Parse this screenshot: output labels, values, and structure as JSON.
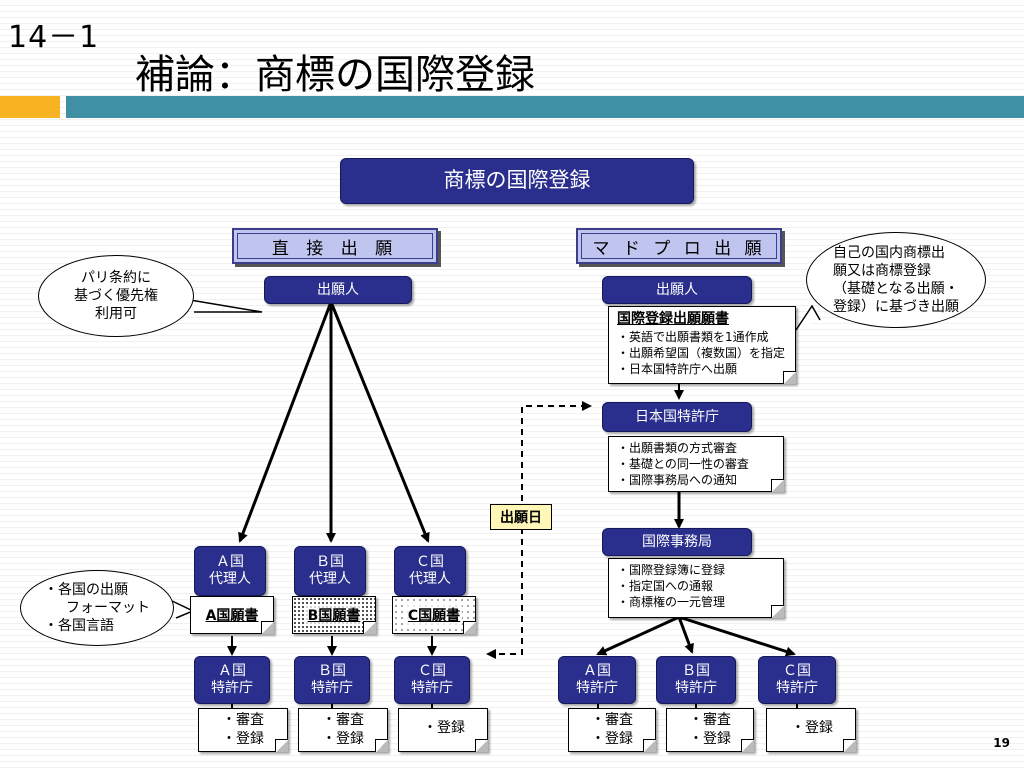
{
  "slide": {
    "number": "14－1",
    "title": "補論：商標の国際登録",
    "page": "19"
  },
  "main_box": "商標の国際登録",
  "direct": {
    "header": "直 接 出 願",
    "applicant": "出願人",
    "bubble": [
      "パリ条約に",
      "基づく優先権",
      "利用可"
    ],
    "agents": [
      {
        "line1": "Ａ国",
        "line2": "代理人",
        "doc": "A国願書"
      },
      {
        "line1": "Ｂ国",
        "line2": "代理人",
        "doc": "B国願書"
      },
      {
        "line1": "Ｃ国",
        "line2": "代理人",
        "doc": "C国願書"
      }
    ],
    "offices": [
      {
        "line1": "Ａ国",
        "line2": "特許庁",
        "results": [
          "・審査",
          "・登録"
        ]
      },
      {
        "line1": "Ｂ国",
        "line2": "特許庁",
        "results": [
          "・審査",
          "・登録"
        ]
      },
      {
        "line1": "Ｃ国",
        "line2": "特許庁",
        "results": [
          "・登録"
        ]
      }
    ],
    "format_bubble": [
      "・各国の出願",
      "フォーマット",
      "・各国言語"
    ]
  },
  "madrid": {
    "header": "マ ド プ ロ 出 願",
    "applicant": "出願人",
    "application_note": {
      "title": "国際登録出願願書",
      "items": [
        "・英語で出願書類を1通作成",
        "・出願希望国（複数国）を指定",
        "・日本国特許庁へ出願"
      ]
    },
    "jpo": "日本国特許庁",
    "jpo_note": [
      "・出願書類の方式審査",
      "・基礎との同一性の審査",
      "・国際事務局への通知"
    ],
    "ib": "国際事務局",
    "ib_note": [
      "・国際登録簿に登録",
      "・指定国への通報",
      "・商標権の一元管理"
    ],
    "offices": [
      {
        "line1": "Ａ国",
        "line2": "特許庁",
        "results": [
          "・審査",
          "・登録"
        ]
      },
      {
        "line1": "Ｂ国",
        "line2": "特許庁",
        "results": [
          "・審査",
          "・登録"
        ]
      },
      {
        "line1": "Ｃ国",
        "line2": "特許庁",
        "results": [
          "・登録"
        ]
      }
    ],
    "bubble": [
      "自己の国内商標出",
      "願又は商標登録",
      "（基礎となる出願・",
      "登録）に基づき出願"
    ]
  },
  "filing_date": "出願日",
  "colors": {
    "navy": "#2a2f8e",
    "header_fill": "#bfc5ee",
    "orange_bar": "#f8b322",
    "teal_bar": "#3f8fa5",
    "date_fill": "#fff7b8"
  }
}
